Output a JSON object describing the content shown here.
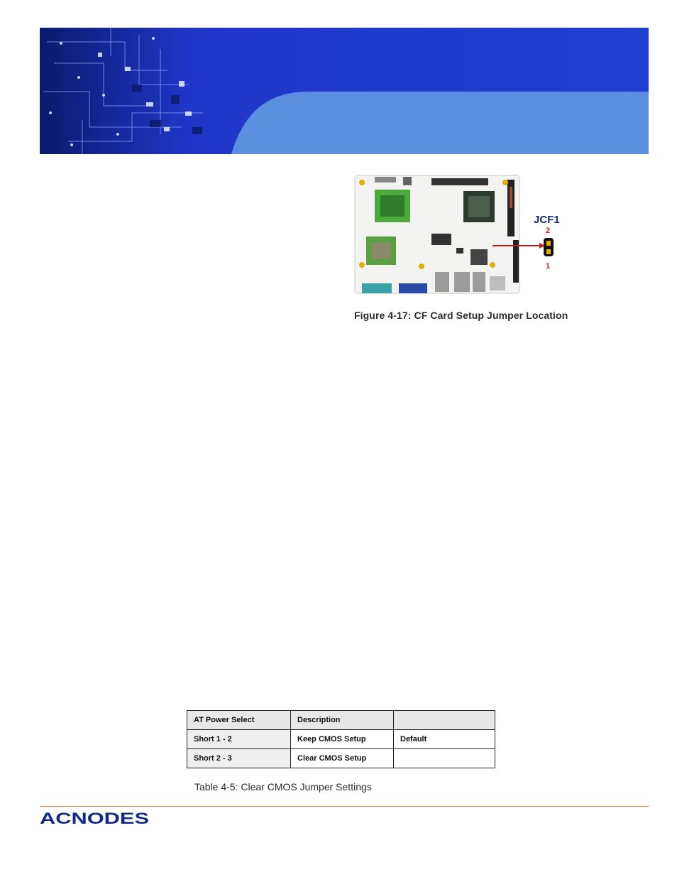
{
  "figure": {
    "caption": "Figure 4-17: CF Card Setup Jumper Location",
    "jumper_label": "JCF1",
    "pin_top": "2",
    "pin_bottom": "1"
  },
  "table": {
    "caption": "Table 4-5: Clear CMOS Jumper Settings",
    "headers": [
      "AT Power Select",
      "Description",
      ""
    ],
    "rows": [
      [
        "Short 1 - 2",
        "Keep CMOS Setup",
        "Default"
      ],
      [
        "Short 2 - 3",
        "Clear CMOS Setup",
        ""
      ]
    ]
  },
  "footer": {
    "logo_text": "ACNODES",
    "rule_color": "#e07a3a",
    "logo_color": "#0f2a8c"
  },
  "banner": {
    "colors": {
      "dark": "#1a2fb8",
      "light": "#5b8fe0"
    }
  }
}
